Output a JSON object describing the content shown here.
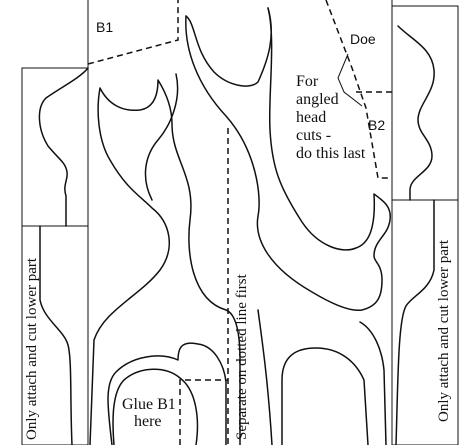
{
  "labels": {
    "b1": "B1",
    "doe": "Doe",
    "b2": "B2",
    "angled_note": [
      "For",
      "angled",
      "head",
      "cuts -",
      "do this last"
    ],
    "glue_b1": [
      "Glue B1",
      "here"
    ],
    "left_vertical": "Only attach and cut lower part",
    "right_vertical": "Only attach and cut lower part",
    "center_vertical": "Separate on dotted line first"
  }
}
